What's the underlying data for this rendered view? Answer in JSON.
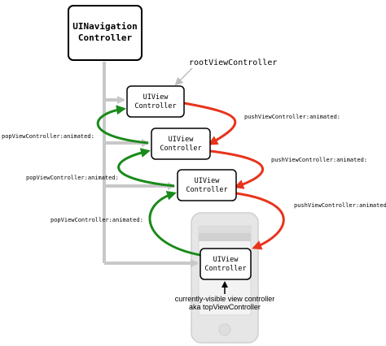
{
  "diagram": {
    "nav_controller": {
      "line1": "UINavigation",
      "line2": "Controller"
    },
    "root_label": "rootViewController",
    "view_controllers": [
      {
        "line1": "UIView",
        "line2": "Controller"
      },
      {
        "line1": "UIView",
        "line2": "Controller"
      },
      {
        "line1": "UIView",
        "line2": "Controller"
      },
      {
        "line1": "UIView",
        "line2": "Controller"
      }
    ],
    "push_labels": [
      "pushViewController:animated:",
      "pushViewController:animated:",
      "pushViewController:animated:"
    ],
    "pop_labels": [
      "popViewController:animated:",
      "popViewController:animated:",
      "popViewController:animated:"
    ],
    "caption": {
      "line1": "currently-visible view controller",
      "line2": "aka topViewController"
    },
    "colors": {
      "push_arrow": "#e8341c",
      "pop_arrow": "#1a8a1a",
      "connector": "#c8c8c8",
      "box_border": "#000000",
      "phone_body": "#e6e6e6"
    }
  }
}
